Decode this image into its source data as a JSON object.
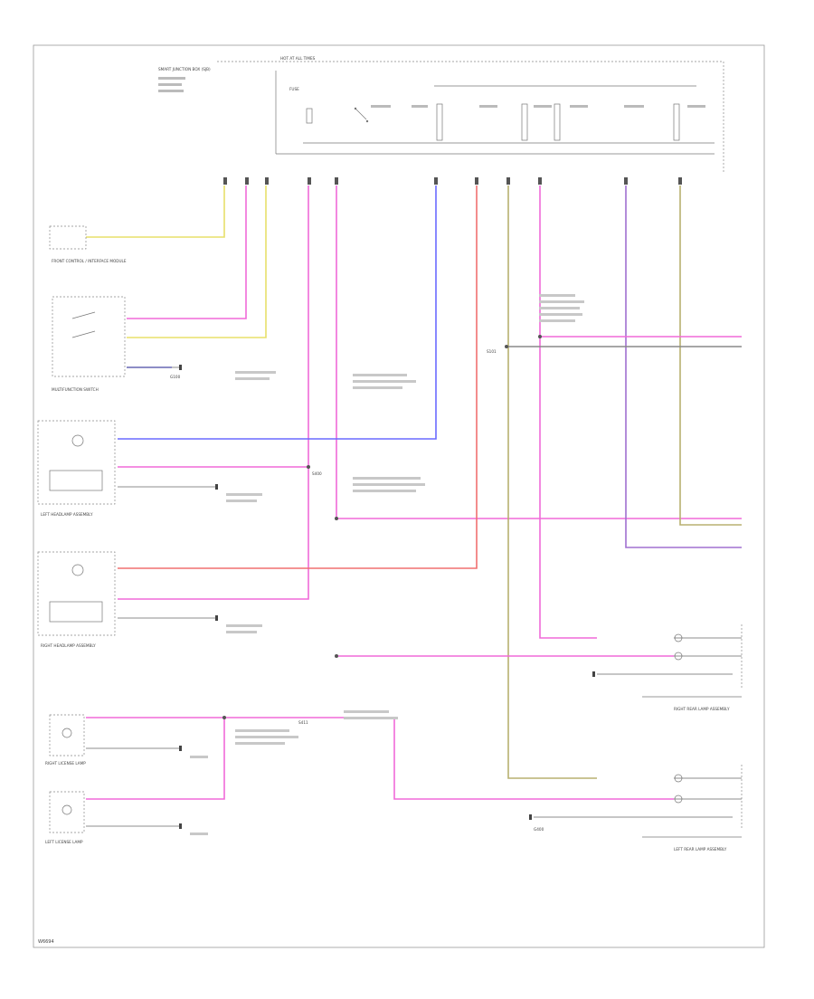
{
  "page": {
    "footer_code": "W6694"
  },
  "colors": {
    "yellow": "#e8e06a",
    "pink": "#f06ad8",
    "blue": "#6a6aff",
    "red": "#f07070",
    "olive": "#b8b070",
    "violet": "#a070d0",
    "gray": "#888888"
  },
  "labels": {
    "hot_at_all_times": "HOT AT ALL TIMES",
    "smart_junction_box": "SMART JUNCTION BOX (SJB)",
    "fuse": "FUSE",
    "front_control": "FRONT CONTROL / INTERFACE MODULE",
    "multifunction_switch": "MULTIFUNCTION SWITCH",
    "left_headlamp": "LEFT HEADLAMP ASSEMBLY",
    "right_headlamp": "RIGHT HEADLAMP ASSEMBLY",
    "right_license": "RIGHT LICENSE LAMP",
    "left_license": "LEFT LICENSE LAMP",
    "right_rear_lamp": "RIGHT REAR LAMP ASSEMBLY",
    "left_rear_lamp": "LEFT REAR LAMP ASSEMBLY",
    "g100": "G100",
    "g400": "G400",
    "s101": "S101",
    "s400": "S400",
    "s411": "S411"
  }
}
